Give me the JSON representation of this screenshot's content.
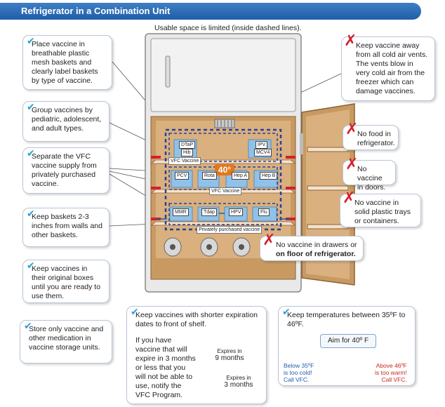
{
  "header": {
    "title": "Refrigerator in a Combination Unit"
  },
  "subtitle": "Usable space is limited (inside dashed lines).",
  "left_tips": [
    {
      "text": "Place vaccine in breathable plastic mesh baskets and clearly label baskets by type of vaccine."
    },
    {
      "text": "Group vaccines by pediatric, adolescent, and adult types."
    },
    {
      "text": "Separate the VFC vaccine supply from privately purchased vaccine."
    },
    {
      "text": "Keep baskets 2-3 inches from walls and other baskets."
    },
    {
      "text": "Keep vaccines in their original boxes until you are ready to use them."
    },
    {
      "text": "Store only vaccine and other medication in vaccine storage units."
    }
  ],
  "right_tips": [
    {
      "text": "Keep vaccine away from all cold air vents. The vents blow in very cold air from the freezer which can damage vaccines."
    },
    {
      "text": "No food in refrigerator."
    },
    {
      "text": "No vaccine in doors."
    },
    {
      "text": "No vaccine in solid plastic trays or containers."
    }
  ],
  "floor_tip": {
    "line1": "No vaccine in drawers or",
    "line2": "on floor of refrigerator."
  },
  "fridge": {
    "temp": "40°",
    "vfc_label_top": "VFC Vaccine",
    "vfc_label_mid": "VFC Vaccine",
    "private_label": "Privately purchased vaccine",
    "basket_labels": [
      "DTaP",
      "IPV",
      "PCV",
      "Rota",
      "Hep A",
      "Hep B",
      "MMR",
      "Tdap",
      "HPV",
      "Flu",
      "Hib",
      "MCV4"
    ]
  },
  "expiry_tip": {
    "heading": "Keep vaccines with shorter expiration dates to front of shelf.",
    "body": "If you have vaccine that will expire in 3 months or less that you will not be able to use, notify the VFC Program.",
    "box1_top": "Expires in",
    "box1_main": "9 months",
    "box2_top": "Expires in",
    "box2_main": "3 months"
  },
  "temp_tip": {
    "heading": "Keep temperatures between 35ºF to 46ºF.",
    "aim": "Aim for 40º F",
    "below_l1": "Below 35ºF",
    "below_l2": "is too cold!",
    "below_l3": "Call VFC.",
    "above_l1": "Above 46ºF",
    "above_l2": "is too warm!",
    "above_l3": "Call VFC."
  },
  "colors": {
    "accent": "#2e9fd8",
    "header": "#1f5ea8",
    "cabinet": "#c89a62",
    "warning": "#d4202a",
    "hot": "#e2781e"
  },
  "icons": [
    "check-icon",
    "x-icon",
    "cold-face-icon",
    "hot-face-icon",
    "air-vent-icon"
  ]
}
